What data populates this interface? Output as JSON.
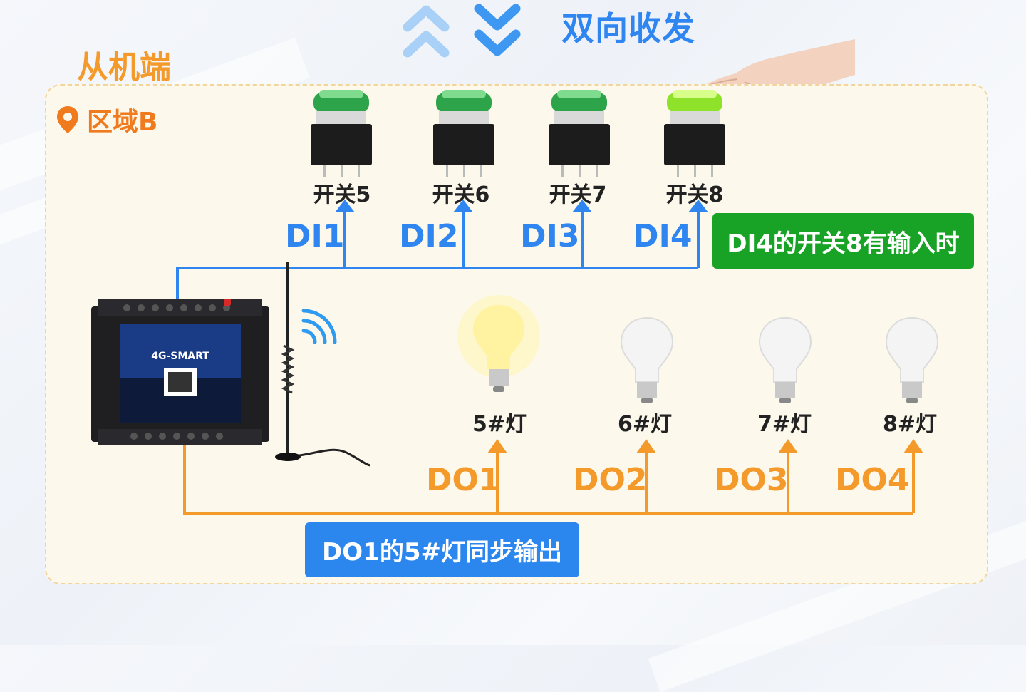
{
  "header": {
    "bidirectional_title": "双向收发",
    "slave_title": "从机端"
  },
  "region": {
    "label": "区域B"
  },
  "device": {
    "name": "4G-SMART"
  },
  "switches": [
    {
      "label": "开关5",
      "di": "DI1",
      "active": false
    },
    {
      "label": "开关6",
      "di": "DI2",
      "active": false
    },
    {
      "label": "开关7",
      "di": "DI3",
      "active": false
    },
    {
      "label": "开关8",
      "di": "DI4",
      "active": true
    }
  ],
  "lamps": [
    {
      "label": "5#灯",
      "do": "DO1",
      "on": true
    },
    {
      "label": "6#灯",
      "do": "DO2",
      "on": false
    },
    {
      "label": "7#灯",
      "do": "DO3",
      "on": false
    },
    {
      "label": "8#灯",
      "do": "DO4",
      "on": false
    }
  ],
  "callouts": {
    "input": "DI4的开关8有输入时",
    "output": "DO1的5#灯同步输出"
  },
  "colors": {
    "input_line": "#2f86f0",
    "output_line": "#f39a2b",
    "panel_bg": "#fdf8ec",
    "badge_green": "#19a326",
    "badge_blue": "#2b86ee",
    "region_accent": "#f07a1e"
  },
  "icons": {
    "up": "chevron-up-icon",
    "down": "chevron-down-icon",
    "location": "location-pin-icon",
    "wifi": "wifi-signal-icon"
  }
}
